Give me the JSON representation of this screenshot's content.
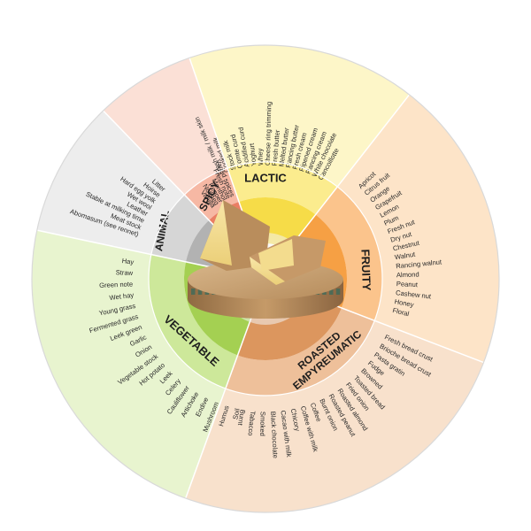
{
  "categories": [
    {
      "name": "LACTIC",
      "color_outer": "#fdf6c8",
      "color_mid": "#fbec8e",
      "color_inner": "#f6dc48",
      "items": [
        "Fresh milk / milk skin",
        "Cooked milk",
        "Stock milk",
        "Comte curd",
        "Acidified curd",
        "Yoghurt",
        "Whey",
        "Cheese ring trimming",
        "Fresh butter",
        "Melted butter",
        "Rancing butter",
        "Fresh cream",
        "Ripened cream",
        "Rancing cream",
        "White chocolate",
        "Cancoillotte"
      ]
    },
    {
      "name": "FRUITY",
      "color_outer": "#fde4c8",
      "color_mid": "#fbc48c",
      "color_inner": "#f6a044",
      "items": [
        "Apricot",
        "Citrus fruit",
        "Orange",
        "Grapefruit",
        "Lemon",
        "Plum",
        "Fresh nut",
        "Dry nut",
        "Chestnut",
        "Walnut",
        "Rancing walnut",
        "Almond",
        "Peanut",
        "Cashew nut",
        "Honey",
        "Floral"
      ]
    },
    {
      "name": "ROASTED EMPYREUMATIC",
      "color_outer": "#f8e1cc",
      "color_mid": "#eec09a",
      "color_inner": "#dc965e",
      "items": [
        "Fresh bread crust",
        "Brioche bread crust",
        "Pasta gratin",
        "Fudge",
        "Browned",
        "Toasted bread",
        "Fried onion",
        "Roasted almond",
        "Roasted peanut",
        "Burnt onion",
        "Coffee",
        "Coffee with milk",
        "Chicory",
        "Cacao with milk",
        "Black chocolate",
        "Smoked",
        "Tabacco",
        "Burnt"
      ]
    },
    {
      "name": "VEGETABLE",
      "color_outer": "#e8f4cf",
      "color_mid": "#cde89a",
      "color_inner": "#a4d052",
      "items": [
        "Hay",
        "Straw",
        "Green note",
        "Wet hay",
        "Young grass",
        "Fermented grass",
        "Leek green",
        "Garlic",
        "Onion",
        "Vegetable stock",
        "Hot potato",
        "Leek",
        "Celery",
        "Cauliflower",
        "Artichoke",
        "Endive",
        "Mushroom",
        "Humus",
        "Soil"
      ]
    },
    {
      "name": "ANIMAL",
      "color_outer": "#ededed",
      "color_mid": "#d6d6d6",
      "color_inner": "#b2b2b2",
      "items": [
        "Abomasum (see rennet)",
        "Meat stock",
        "Stable at milking time",
        "Leather",
        "Wet wool",
        "Hard egg yolk",
        "Hoirse",
        "Litter"
      ]
    },
    {
      "name": "SPICY",
      "color_outer": "#fbe0d6",
      "color_mid": "#f6b8a4",
      "color_inner": "#ea7e64",
      "items": [
        "Vanilla",
        "Nutmeg",
        "Pepper",
        "Menthol",
        "Fresh note",
        "Varied spices"
      ]
    }
  ],
  "center_image": "comte-cheese-wheel-photo"
}
